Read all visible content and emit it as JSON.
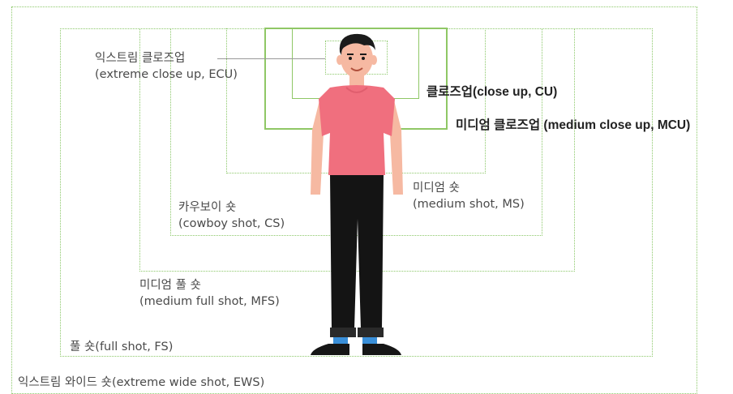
{
  "shots": {
    "ews": "익스트림 와이드 숏(extreme wide shot, EWS)",
    "fs": "풀 숏(full shot, FS)",
    "mfs_ko": "미디엄 풀 숏",
    "mfs_en": "(medium full shot, MFS)",
    "cs_ko": "카우보이 숏",
    "cs_en": "(cowboy shot, CS)",
    "ms_ko": "미디엄 숏",
    "ms_en": "(medium shot, MS)",
    "ecu_ko": "익스트림 클로즈업",
    "ecu_en": "(extreme close up, ECU)",
    "cu": "클로즈업(close up, CU)",
    "mcu": "미디엄 클로즈업 (medium close up, MCU)"
  },
  "colors": {
    "frame_line": "#8cc86a",
    "shirt": "#f06f7e",
    "skin": "#f6b9a2",
    "pants": "#141414",
    "hair": "#1b1b1b",
    "socks": "#3a8fd8"
  }
}
